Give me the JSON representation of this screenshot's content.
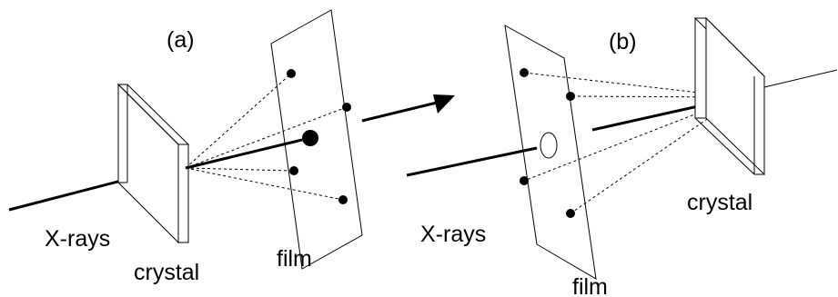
{
  "panel_a": {
    "label": "(a)",
    "xrays_label": "X-rays",
    "crystal_label": "crystal",
    "film_label": "film"
  },
  "panel_b": {
    "label": "(b)",
    "xrays_label": "X-rays",
    "crystal_label": "crystal",
    "film_label": "film"
  }
}
